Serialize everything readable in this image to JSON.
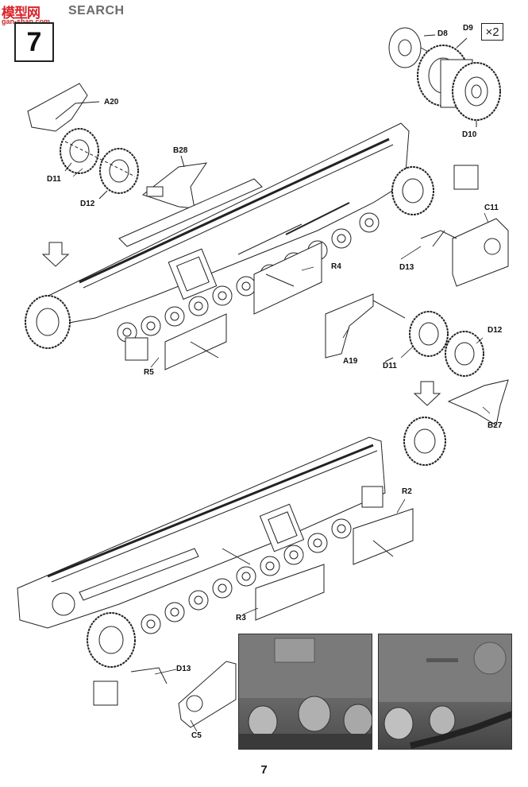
{
  "watermark": {
    "logo": "模型网",
    "search": "SEARCH",
    "url": "gan-shan.com"
  },
  "step": {
    "number": "7"
  },
  "quantity": "×2",
  "parts": {
    "d8": "D8",
    "d9": "D9",
    "d10": "D10",
    "a20": "A20",
    "d11_top": "D11",
    "d12_top": "D12",
    "b28": "B28",
    "c11": "C11",
    "d13_top": "D13",
    "r4": "R4",
    "r5": "R5",
    "a19": "A19",
    "d11_mid": "D11",
    "d12_mid": "D12",
    "b27": "B27",
    "r2": "R2",
    "r3": "R3",
    "d13_bottom": "D13",
    "c5": "C5"
  },
  "page": {
    "number": "7"
  }
}
